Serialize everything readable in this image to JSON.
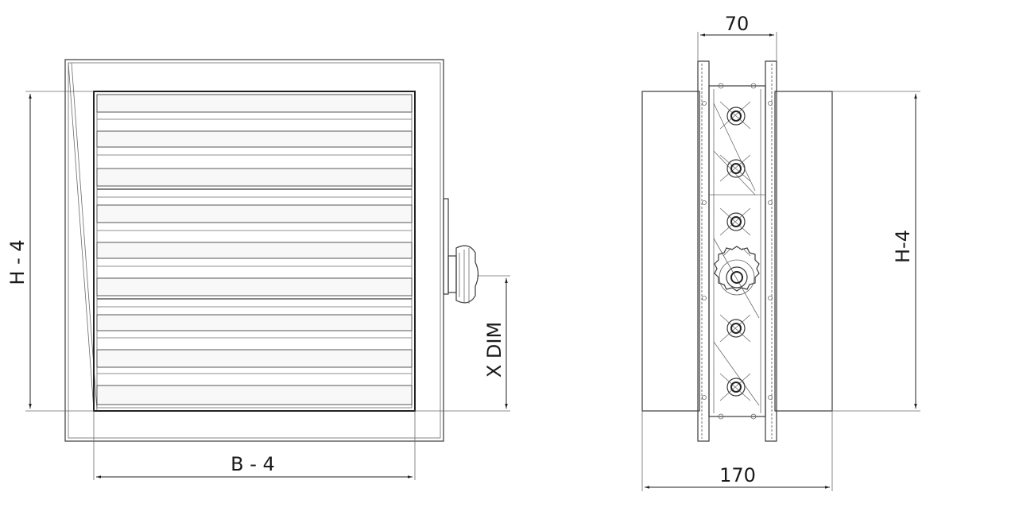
{
  "front_view": {
    "width_label": "B - 4",
    "height_label": "H - 4",
    "xdim_label": "X DIM"
  },
  "side_view": {
    "depth_label": "70",
    "overall_label": "170",
    "height_label": "H-4"
  }
}
